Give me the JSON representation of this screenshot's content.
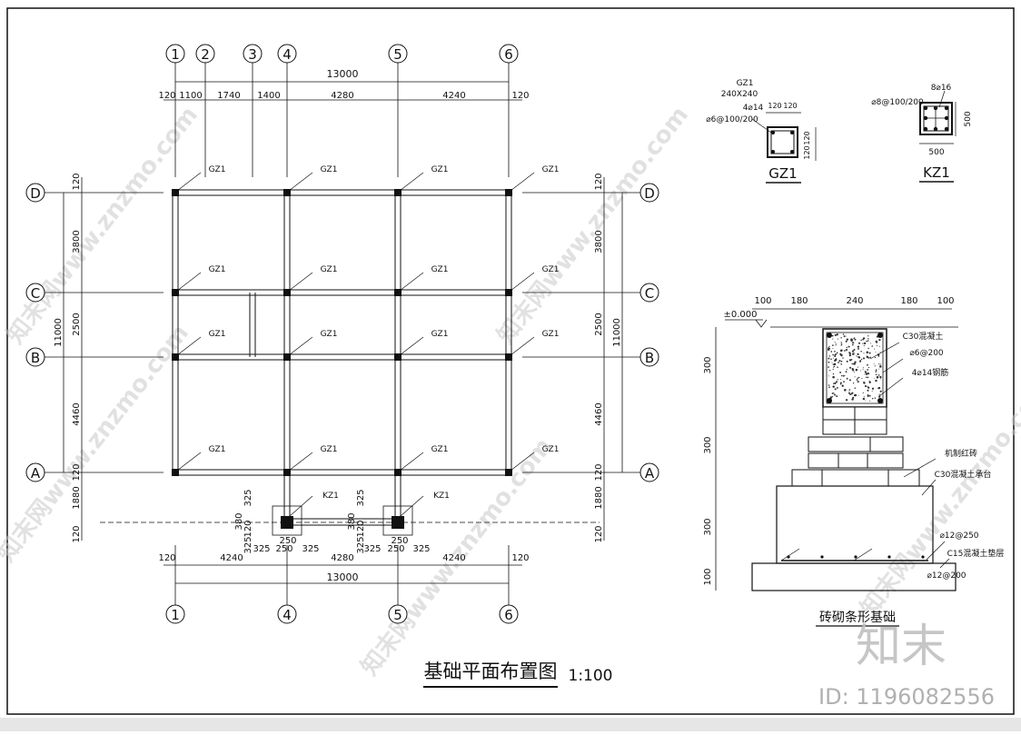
{
  "drawing": {
    "title": "基础平面布置图",
    "scale": "1:100",
    "brand": "知末",
    "id_label": "ID: 1196082556",
    "watermark": "知末网www.znzmo.com"
  },
  "plan": {
    "axes_top": [
      "1",
      "2",
      "3",
      "4",
      "5",
      "6"
    ],
    "axes_bottom": [
      "1",
      "4",
      "5",
      "6"
    ],
    "axes_side": [
      "D",
      "C",
      "B",
      "A"
    ],
    "top_total": "13000",
    "top_dims": [
      "120",
      "1100",
      "1740",
      "1400",
      "4280",
      "4240",
      "120"
    ],
    "bottom_total": "13000",
    "bottom_dims": [
      "120",
      "4240",
      "4280",
      "4240",
      "120"
    ],
    "kz_dims": [
      "325",
      "250",
      "325"
    ],
    "left_total": "11000",
    "right_total": "11000",
    "side_dims": [
      "120",
      "3800",
      "2500",
      "4460",
      "120",
      "1880",
      "120"
    ],
    "kz_vert_dims": [
      "325",
      "380",
      "120",
      "325"
    ],
    "col_dim_250": "250",
    "col_label_gz": "GZ1",
    "col_label_kz": "KZ1"
  },
  "gz1_detail": {
    "name": "GZ1",
    "size": "240X240",
    "rebar": "4⌀14",
    "stirrup": "⌀6@100/200",
    "dims": [
      "120",
      "120"
    ],
    "caption": "GZ1"
  },
  "kz1_detail": {
    "rebar": "8⌀16",
    "stirrup": "⌀8@100/200",
    "dim_w": "500",
    "dim_h": "500",
    "caption": "KZ1"
  },
  "foundation_section": {
    "top_dims": [
      "100",
      "180",
      "240",
      "180",
      "100"
    ],
    "level": "±0.000",
    "left_dims": [
      "300",
      "300",
      "300",
      "100"
    ],
    "labels": {
      "concrete": "C30混凝土",
      "stirrup": "⌀6@200",
      "rebar": "4⌀14钢筋",
      "brick": "机制红砖",
      "footing": "C30混凝土承台",
      "bottom_rebar": "⌀12@250",
      "cushion": "C15混凝土垫层",
      "cushion_rebar": "⌀12@200"
    },
    "caption": "砖砌条形基础"
  }
}
